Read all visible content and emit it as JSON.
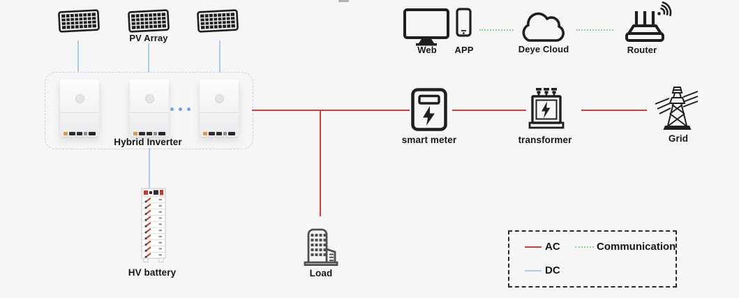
{
  "nodes": {
    "pv_array": {
      "label": "PV Array",
      "icon": "solar-panel-icon"
    },
    "hybrid_inverter": {
      "label": "Hybrid Inverter",
      "icon": "inverter-unit-icon"
    },
    "hv_battery": {
      "label": "HV battery",
      "icon": "battery-rack-icon"
    },
    "load": {
      "label": "Load",
      "icon": "building-icon"
    },
    "web": {
      "label": "Web",
      "icon": "monitor-icon"
    },
    "app": {
      "label": "APP",
      "icon": "smartphone-icon"
    },
    "deye_cloud": {
      "label": "Deye Cloud",
      "icon": "cloud-icon"
    },
    "router": {
      "label": "Router",
      "icon": "router-wifi-icon"
    },
    "smart_meter": {
      "label": "smart meter",
      "icon": "smart-meter-icon"
    },
    "transformer": {
      "label": "transformer",
      "icon": "transformer-icon"
    },
    "grid": {
      "label": "Grid",
      "icon": "transmission-tower-icon"
    }
  },
  "legend": {
    "ac_label": "AC",
    "dc_label": "DC",
    "communication_label": "Communication"
  },
  "colors": {
    "ac": "#d93a3a",
    "dc": "#abcbf1",
    "communication": "#8ad690",
    "icon": "#1f1f1f",
    "background": "#f6f6f6",
    "inverter_dots": "#6ca6e4",
    "hybrid_box_dash": "#bfd5ee"
  }
}
